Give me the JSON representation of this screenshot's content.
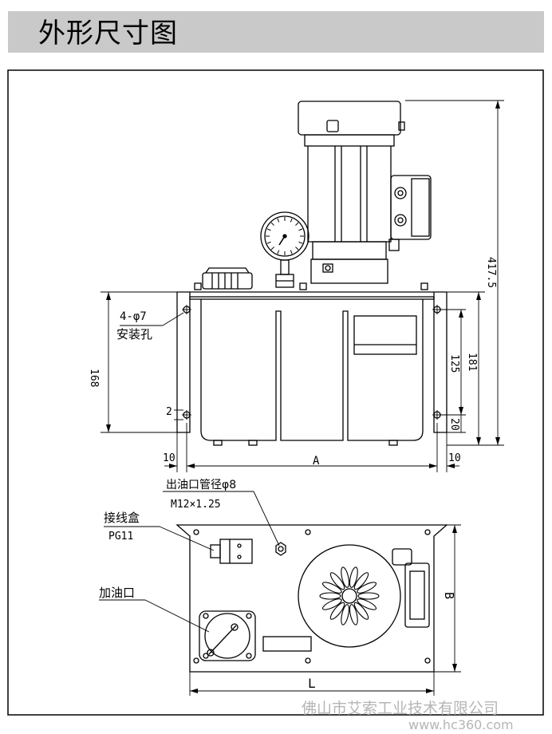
{
  "header": {
    "title": "外形尺寸图"
  },
  "side_view": {
    "hole_spec": "4-φ7",
    "hole_label": "安装孔",
    "dim_168": "168",
    "dim_417_5": "417.5",
    "dim_181": "181",
    "dim_125": "125",
    "dim_20": "20",
    "dim_2": "2",
    "dim_10_left": "10",
    "dim_10_right": "10",
    "dim_A": "A"
  },
  "top_view": {
    "outlet_label": "出油口管径φ8",
    "outlet_thread": "M12×1.25",
    "junction_box_label": "接线盒",
    "junction_box_spec": "PG11",
    "fill_port_label": "加油口",
    "dim_B": "B",
    "dim_L": "L"
  },
  "watermark": {
    "company": "佛山市艾索工业技术有限公司",
    "site": "www.hc360.com"
  }
}
